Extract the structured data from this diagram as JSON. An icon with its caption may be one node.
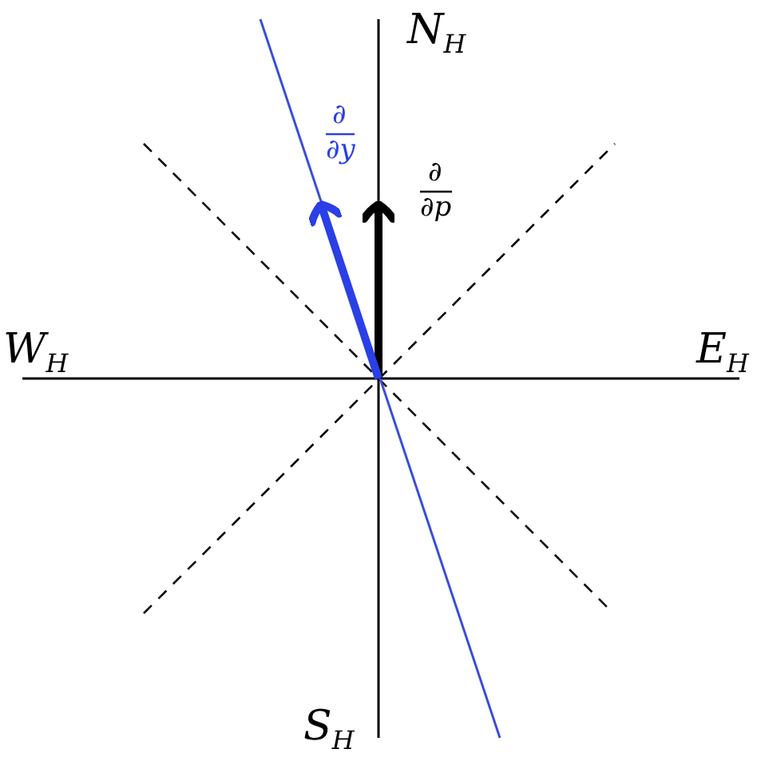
{
  "diagram": {
    "labels": [
      "N$_{H}$",
      "∂",
      "∂y",
      "∂",
      "∂p",
      "W$_{H}$",
      "E$_{H}$",
      "S$_{H}$"
    ]
  }
}
